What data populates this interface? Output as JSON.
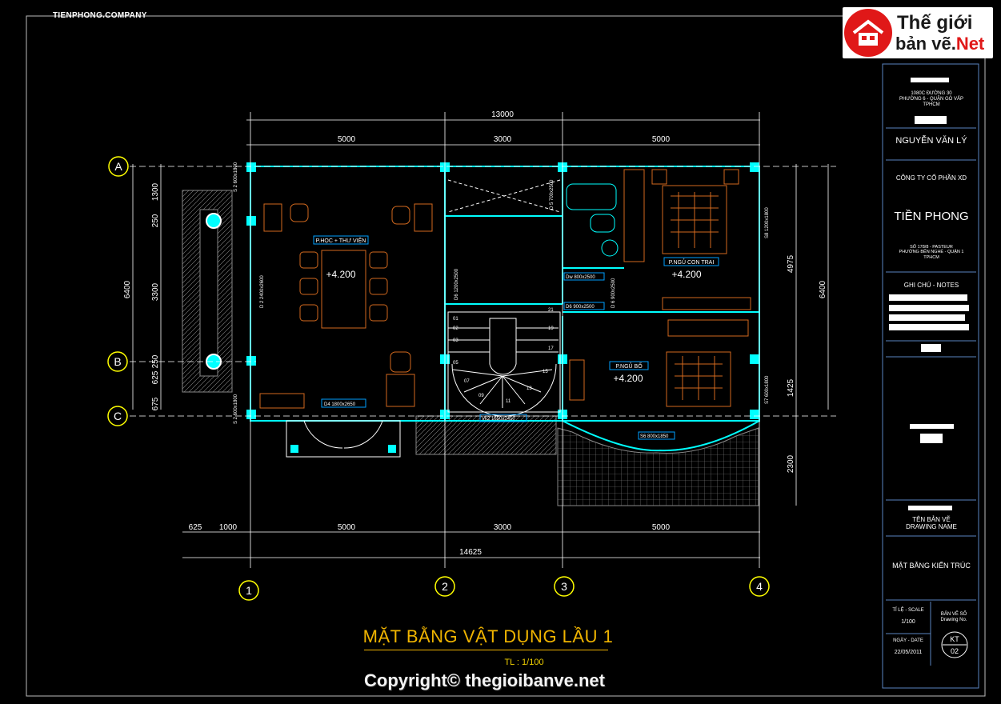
{
  "header": {
    "company_tag": "TIENPHONG.COMPANY"
  },
  "logo": {
    "line1": "Thế giới",
    "line2_main": "bản vẽ.",
    "line2_accent": "Net",
    "icon": "house-icon",
    "accent_color": "#e01818"
  },
  "title_block": {
    "address_owner": "1080C ĐƯỜNG 30\nPHƯỜNG 6 - QUẬN GÒ VẤP\nTPHCM",
    "owner_name": "NGUYỄN VĂN LÝ",
    "company_label": "CÔNG TY CỔ PHẦN XD",
    "company_name": "TIỀN PHONG",
    "company_address": "SỐ 178/8 - PASTEUR\nPHƯỜNG BẾN NGHÉ - QUẬN 1\nTPHCM",
    "notes_label": "GHI CHÚ - NOTES",
    "drawing_name_label": "TÊN BẢN VẼ\nDRAWING NAME",
    "drawing_name": "MẶT BẰNG KIẾN TRÚC",
    "scale_label": "TỈ LỆ - SCALE",
    "scale_value": "1/100",
    "date_label": "NGÀY - DATE",
    "date_value": "22/05/2011",
    "sheet_label": "BẢN VẼ SỐ\nDrawing No.",
    "sheet_prefix": "KT",
    "sheet_number": "02"
  },
  "plan": {
    "title": "MẶT BẰNG VẬT DỤNG LẦU 1",
    "scale": "TL : 1/100",
    "copyright": "Copyright© thegioibanve.net",
    "grid_rows": [
      "A",
      "B",
      "C"
    ],
    "grid_cols": [
      "1",
      "2",
      "3",
      "4"
    ],
    "dims_top_total": "13000",
    "dims_top": [
      "5000",
      "3000",
      "5000"
    ],
    "dims_bottom_total": "14625",
    "dims_bottom": [
      "625",
      "1000",
      "5000",
      "3000",
      "5000"
    ],
    "dims_left_total": "6400",
    "dims_left": [
      "1300",
      "250",
      "3300",
      "250",
      "625",
      "675"
    ],
    "dims_right_total": "6400",
    "dims_right": [
      "4975",
      "1425",
      "2300"
    ],
    "rooms": [
      {
        "name": "P.HỌC + THƯ VIỆN",
        "level": "+4.200"
      },
      {
        "name": "P.NGỦ CON TRAI",
        "level": "+4.200"
      },
      {
        "name": "P.NGỦ BỐ",
        "level": "+4.200"
      }
    ],
    "openings": {
      "top_left": "S 2 600x1800",
      "left_wall": "D 2 2400x2600",
      "bottom_left": "S 2 600x1800",
      "d4": "D4 1800x2650",
      "bath_door": "D 5 700x2500",
      "dw": "Dw 800x2500",
      "d6_stair": "D6 1200x2500",
      "d6b": "D6 900x2500",
      "d6c": "D 6 900x2500",
      "vk": "Vk2 1650x2450",
      "s6": "S6 800x1850",
      "s8_top": "S8 1200x1800",
      "s8_bottom": "S7 600x1800"
    },
    "stair_steps": [
      "01",
      "02",
      "03",
      "05",
      "07",
      "09",
      "11",
      "13",
      "15",
      "17",
      "19",
      "21"
    ]
  },
  "colors": {
    "wall": "#00ffff",
    "furniture": "#d2691e",
    "dimension": "#ffffff",
    "title": "#f0b400",
    "room_tag": "#00a0ff",
    "frame": "#5a84c0"
  }
}
